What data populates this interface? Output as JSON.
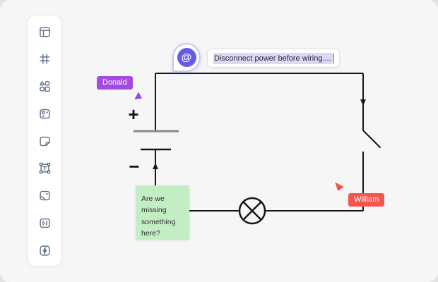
{
  "theme": {
    "outer_bg": "#e2e2e2",
    "card_bg": "#f6f6f7",
    "sidebar_bg": "#ffffff",
    "icon_color": "#5e6b83",
    "wire_color": "#161616",
    "accent_purple": "#675ce8"
  },
  "sidebar": {
    "tools": [
      "frame-icon",
      "grid-icon",
      "shapes-icon",
      "widgets-icon",
      "sticky-note-icon",
      "text-icon",
      "image-icon",
      "embed-icon",
      "lightning-icon"
    ]
  },
  "comment": {
    "avatar_symbol": "@",
    "text": "Disconnect power before wiring...."
  },
  "cursors": {
    "donald": {
      "label": "Donald",
      "color": "#a34be0"
    },
    "william": {
      "label": "William",
      "color": "#f6554e"
    }
  },
  "sticky_note": {
    "text": "Are we missing something here?",
    "bg": "#c3eec3"
  },
  "circuit": {
    "components": [
      "battery",
      "open-switch",
      "lamp"
    ],
    "battery": {
      "positive": "+",
      "negative": "−"
    }
  }
}
